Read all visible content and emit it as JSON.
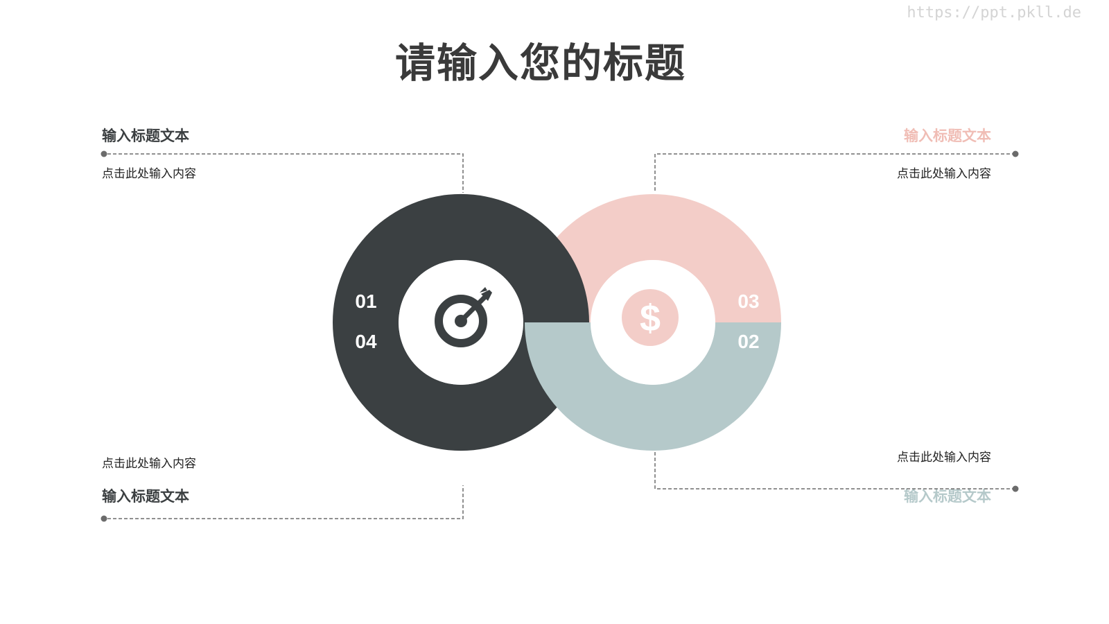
{
  "watermark": "https://ppt.pkll.de",
  "title": "请输入您的标题",
  "colors": {
    "dark": "#3b4042",
    "pink": "#f3cdc8",
    "gray_blue": "#b5c9ca",
    "line": "#6b6b6b",
    "title_pink": "#f0bdb5",
    "title_gray_blue": "#b5c9ca"
  },
  "items": [
    {
      "id": "top-left",
      "title": "输入标题文本",
      "body": "点击此处输入内容"
    },
    {
      "id": "top-right",
      "title": "输入标题文本",
      "body": "点击此处输入内容"
    },
    {
      "id": "bottom-left",
      "title": "输入标题文本",
      "body": "点击此处输入内容"
    },
    {
      "id": "bottom-right",
      "title": "输入标题文本",
      "body": "点击此处输入内容"
    }
  ],
  "segments": {
    "left_top": "01",
    "left_bottom": "04",
    "right_top": "03",
    "right_bottom": "02"
  },
  "icons": {
    "left": "target-arrow-icon",
    "right": "dollar-icon"
  }
}
